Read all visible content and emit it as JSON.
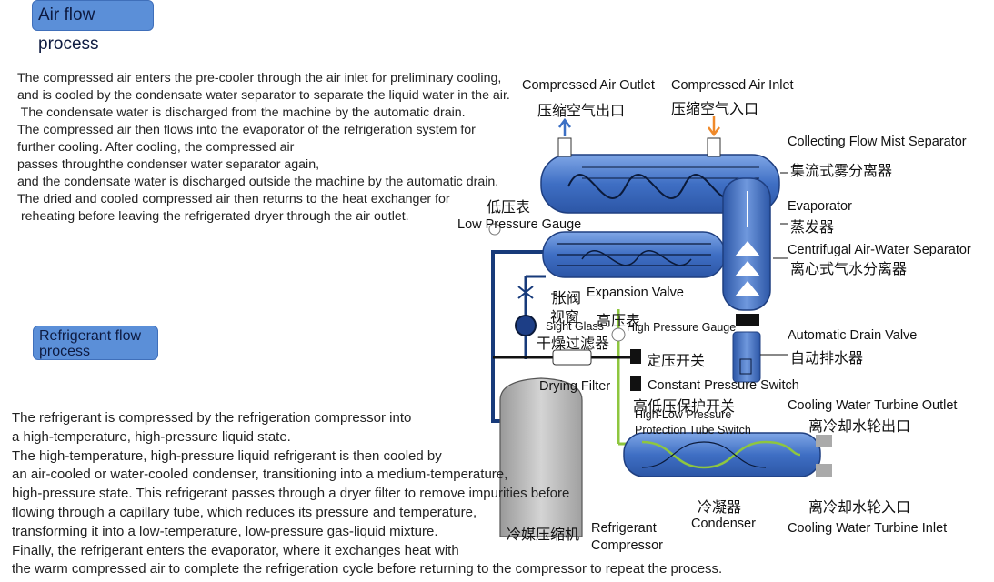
{
  "headings": {
    "air_flow": "Air flow process",
    "refrigerant_flow": "Refrigerant flow process"
  },
  "air_text": [
    "The compressed air enters the pre-cooler through the air inlet for preliminary cooling,",
    "and is cooled by the condensate water separator to separate the liquid water in the air.",
    " The condensate water is discharged from the machine by the automatic drain.",
    "The compressed air then flows into the evaporator of the refrigeration system for",
    "further cooling. After cooling, the compressed air",
    "passes throughthe condenser water separator again,",
    "and the condensate water is discharged outside the machine by the automatic drain.",
    "The dried and cooled compressed air then returns to the heat exchanger for",
    " reheating before leaving the refrigerated dryer through the air outlet."
  ],
  "refrigerant_text": [
    "The refrigerant is compressed by the refrigeration compressor into",
    "a high-temperature, high-pressure liquid state.",
    "The high-temperature, high-pressure liquid refrigerant is then cooled by",
    "an air-cooled or water-cooled condenser, transitioning into a medium-temperature,",
    "high-pressure state. This refrigerant passes through a dryer filter to remove impurities before",
    "flowing through a capillary tube, which reduces its pressure and temperature,",
    "transforming it into a low-temperature, low-pressure gas-liquid mixture.",
    "Finally, the refrigerant enters the evaporator, where it exchanges heat with",
    "the warm compressed air to complete the refrigeration cycle before returning to the compressor to repeat the process."
  ],
  "labels": {
    "air_outlet_en": "Compressed Air Outlet",
    "air_outlet_cn": "压缩空气出口",
    "air_inlet_en": "Compressed Air Inlet",
    "air_inlet_cn": "压缩空气入口",
    "mist_sep_en": "Collecting Flow Mist Separator",
    "mist_sep_cn": "集流式雾分离器",
    "evaporator_en": "Evaporator",
    "evaporator_cn": "蒸发器",
    "centrifugal_en": "Centrifugal Air-Water Separator",
    "centrifugal_cn": "离心式气水分离器",
    "low_gauge_cn": "低压表",
    "low_gauge_en": "Low Pressure Gauge",
    "expansion_cn": "胀阀",
    "expansion_en": "Expansion Valve",
    "sight_cn": "视窗",
    "sight_en": "Sight Glass",
    "high_gauge_cn": "高压表",
    "high_gauge_en": "High Pressure Gauge",
    "dry_filter_cn": "干燥过滤器",
    "dry_filter_en": "Drying Filter",
    "const_switch_cn": "定压开关",
    "const_switch_en": "Constant Pressure Switch",
    "hl_switch_cn": "高低压保护开关",
    "hl_switch_en1": "High-Low Pressure",
    "hl_switch_en2": "Protection Tube Switch",
    "auto_drain_en": "Automatic Drain Valve",
    "auto_drain_cn": "自动排水器",
    "cw_outlet_en": "Cooling Water Turbine Outlet",
    "cw_outlet_cn": "离冷却水轮出口",
    "cw_inlet_cn": "离冷却水轮入口",
    "cw_inlet_en": "Cooling Water Turbine Inlet",
    "condenser_cn": "冷凝器",
    "condenser_en": "Condenser",
    "compressor_cn": "冷媒压缩机",
    "compressor_en1": "Refrigerant",
    "compressor_en2": "Compressor"
  },
  "colors": {
    "heading_bg": "#5b8fd8",
    "vessel_blue": "#3f6fc4",
    "pipe_navy": "#173a7a",
    "line_green": "#8ec63f",
    "compressor_gray": "#b4b4b4",
    "inlet_arrow": "#f08a2a",
    "outlet_arrow": "#3b6fc4"
  }
}
